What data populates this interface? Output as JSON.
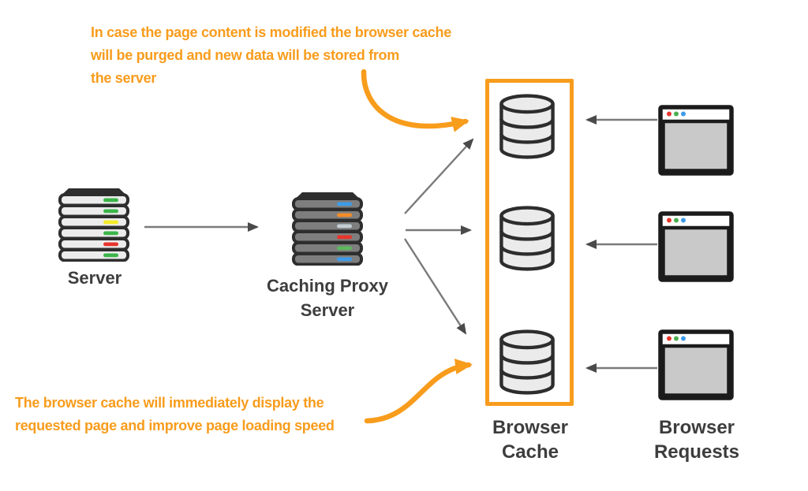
{
  "colors": {
    "orange": "#f89c1c",
    "arrow_gray": "#7a7a7a",
    "arrowhead_gray": "#4a4a4a",
    "label_dark": "#3d3d3d"
  },
  "annotations": {
    "top": {
      "lines": [
        "In case the page content is modified the browser cache",
        "will be purged and new data will be stored from",
        "the server"
      ]
    },
    "bottom": {
      "lines": [
        "The browser cache will immediately display the",
        "requested page and improve page loading speed"
      ]
    }
  },
  "nodes": {
    "server": {
      "label": "Server"
    },
    "proxy": {
      "lines": [
        "Caching Proxy",
        "Server"
      ]
    },
    "cache": {
      "lines": [
        "Browser",
        "Cache"
      ]
    },
    "requests": {
      "lines": [
        "Browser",
        "Requests"
      ]
    }
  },
  "icons": {
    "server": {
      "leds": [
        "#3cb54a",
        "#3cb54a",
        "#f4ec27",
        "#3cb54a",
        "#e8352c",
        "#3cb54a"
      ]
    },
    "proxy": {
      "leds": [
        "#3d9be9",
        "#f28c28",
        "#c3ced4",
        "#e8352c",
        "#5cb85c",
        "#3d9be9"
      ]
    },
    "browser": {
      "dots": [
        "#e8352c",
        "#4caf50",
        "#3d9be9"
      ]
    }
  }
}
